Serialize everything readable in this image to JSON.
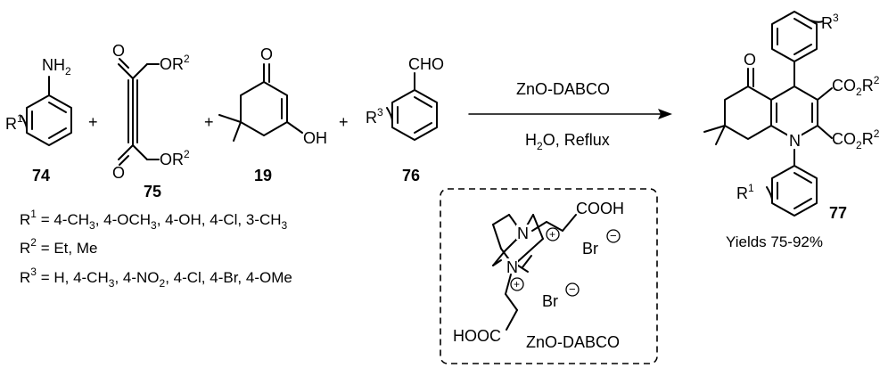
{
  "compounds": {
    "c74": {
      "id": "74",
      "group": "NH",
      "group_sub": "2",
      "r_label": "R",
      "r_sup": "1"
    },
    "c75": {
      "id": "75",
      "top": "O",
      "top_r": "R",
      "top_sup": "2",
      "bottom": "O",
      "bottom_r": "R",
      "bottom_sup": "2",
      "o1": "O",
      "o2": "O"
    },
    "c19": {
      "id": "19",
      "oxo": "O",
      "oh": "OH"
    },
    "c76": {
      "id": "76",
      "cho": "CHO",
      "r_label": "R",
      "r_sup": "3"
    },
    "c77": {
      "id": "77",
      "oxo": "O",
      "n": "N",
      "r1": "R",
      "r1_sup": "1",
      "r3": "R",
      "r3_sup": "3",
      "co2r_a": "CO",
      "co2r_a_sub": "2",
      "co2r_a_r": "R",
      "co2r_a_sup": "2",
      "co2r_b": "CO",
      "co2r_b_sub": "2",
      "co2r_b_r": "R",
      "co2r_b_sup": "2"
    }
  },
  "plus_signs": [
    "+",
    "+",
    "+"
  ],
  "arrow": {
    "above": "ZnO-DABCO",
    "below_pre": "H",
    "below_sub": "2",
    "below_post": "O, Reflux"
  },
  "yields": "Yields 75-92%",
  "substituents": [
    {
      "r": "R",
      "sup": "1",
      "parts": [
        " = 4-CH",
        {
          "sub": "3"
        },
        ", 4-OCH",
        {
          "sub": "3"
        },
        ", 4-OH, 4-Cl, 3-CH",
        {
          "sub": "3"
        }
      ]
    },
    {
      "r": "R",
      "sup": "2",
      "parts": [
        " = Et, Me"
      ]
    },
    {
      "r": "R",
      "sup": "3",
      "parts": [
        " = H, 4-CH",
        {
          "sub": "3"
        },
        ", 4-NO",
        {
          "sub": "2"
        },
        ", 4-Cl, 4-Br, 4-OMe"
      ]
    }
  ],
  "catalyst": {
    "name": "ZnO-DABCO",
    "n1": "N",
    "n2": "N",
    "plus1": "+",
    "plus2": "+",
    "cooh": "COOH",
    "hooc": "HOOC",
    "br1": "Br",
    "br2": "Br",
    "minus1": "−",
    "minus2": "−"
  }
}
